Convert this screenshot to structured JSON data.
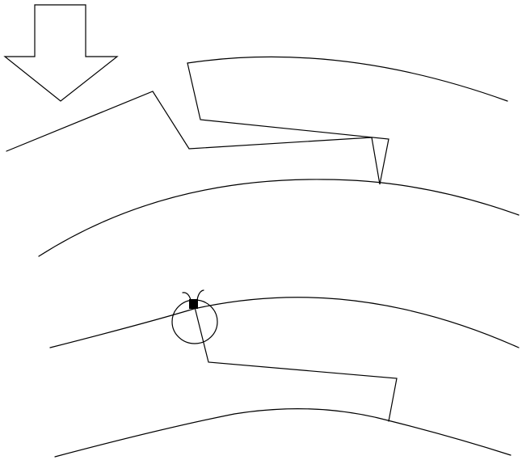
{
  "diagram": {
    "title": "",
    "stroke_color": "#000000",
    "background_color": "#ffffff",
    "panels": [
      {
        "name": "top-panel",
        "elements": [
          "down-arrow-icon",
          "upper-curved-line",
          "lower-curved-line",
          "crack-outline"
        ]
      },
      {
        "name": "bottom-panel",
        "elements": [
          "upper-curved-line",
          "lower-curved-line",
          "bug-icon",
          "link-line"
        ]
      }
    ]
  }
}
